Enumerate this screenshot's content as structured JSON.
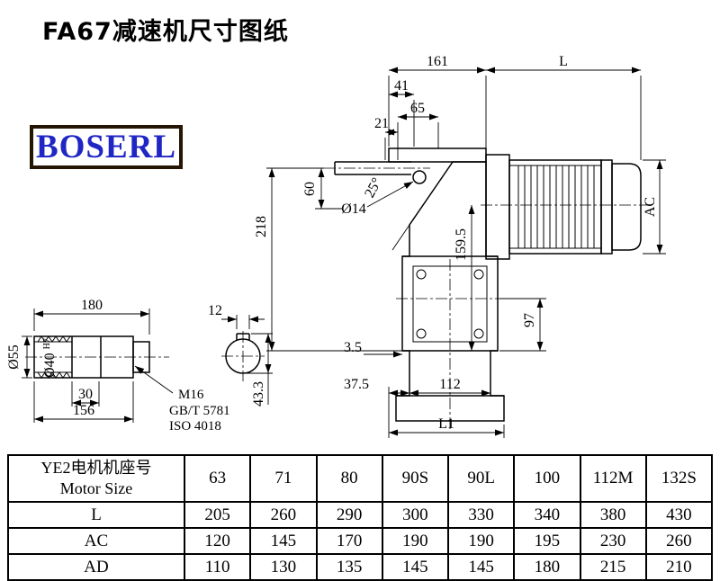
{
  "page": {
    "title": "FA67减速机尺寸图纸"
  },
  "logo": {
    "text": "BOSERL"
  },
  "main_drawing": {
    "dims": {
      "w161": "161",
      "L": "L",
      "w41": "41",
      "w65": "65",
      "w21": "21",
      "h60": "60",
      "h218": "218",
      "dia14": "Ø14",
      "angle25": "25°",
      "AC": "AC",
      "h159_5": "159.5",
      "h97": "97",
      "g3_5": "3.5",
      "w37_5": "37.5",
      "w112": "112",
      "L1": "L1"
    }
  },
  "shaft_detail": {
    "dims": {
      "len180": "180",
      "key12": "12",
      "dia55": "Ø55",
      "dia40": "Ø40",
      "dia40_tol": "H7",
      "len30": "30",
      "len156": "156",
      "key43_3": "43.3"
    },
    "thread_callout": {
      "thread": "M16",
      "std1": "GB/T 5781",
      "std2": "ISO 4018"
    }
  },
  "table": {
    "header": {
      "line1": "YE2电机机座号",
      "line2": "Motor Size"
    },
    "motor_sizes": [
      "63",
      "71",
      "80",
      "90S",
      "90L",
      "100",
      "112M",
      "132S"
    ],
    "rows": [
      {
        "label": "L",
        "values": [
          "205",
          "260",
          "290",
          "300",
          "330",
          "340",
          "380",
          "430"
        ]
      },
      {
        "label": "AC",
        "values": [
          "120",
          "145",
          "170",
          "190",
          "190",
          "195",
          "230",
          "260"
        ]
      },
      {
        "label": "AD",
        "values": [
          "110",
          "130",
          "135",
          "145",
          "145",
          "180",
          "215",
          "210"
        ]
      }
    ]
  }
}
